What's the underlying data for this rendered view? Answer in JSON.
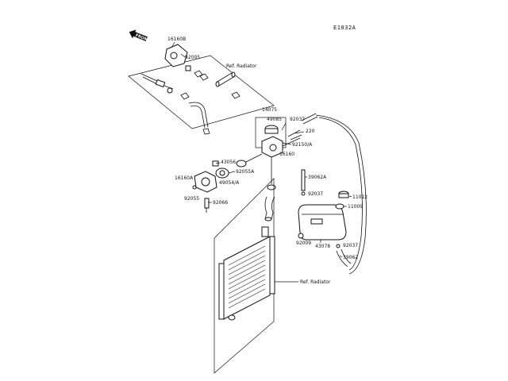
{
  "diagram_code": "E1032A",
  "front_label": "FRONT",
  "labels": {
    "p16160B": "16160B",
    "p92005": "92005",
    "ref_radiator_top": "Ref. Radiator",
    "p14075": "14075",
    "p49085": "49085",
    "p92037a": "92037",
    "p220": "220",
    "p92150A": "92150/A",
    "p16160": "16160",
    "p43056": "43056",
    "p16160A": "16160A",
    "p92055A": "92055A",
    "p49054A": "49054/A",
    "p92055": "92055",
    "p92066": "92066",
    "p39062A": "39062A",
    "p92037b": "92037",
    "p11012": "11012",
    "p11009": "11009",
    "p92009": "92009",
    "p43078": "43078",
    "p92037c": "92037",
    "p39062": "39062",
    "ref_radiator_bottom": "Ref. Radiator"
  }
}
